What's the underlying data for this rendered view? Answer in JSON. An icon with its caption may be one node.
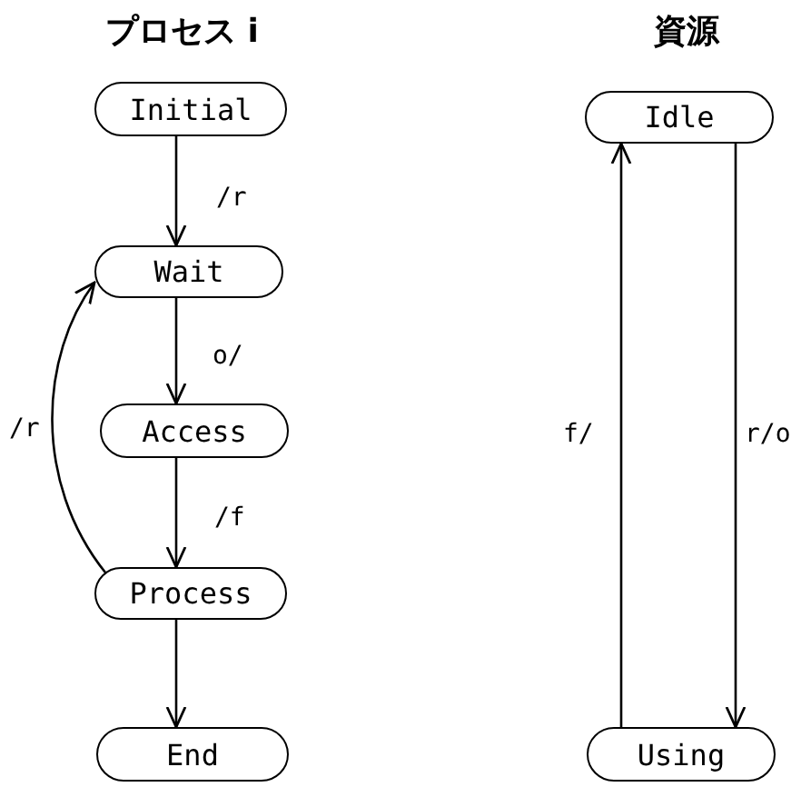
{
  "diagram": {
    "nodes": [
      {
        "text": [
          "Initial"
        ]
      },
      {
        "text": [
          "Wait"
        ]
      },
      {
        "text": [
          "Access"
        ]
      },
      {
        "text": [
          "Process"
        ]
      },
      {
        "text": [
          "End"
        ]
      },
      {
        "text": [
          "Idle"
        ]
      },
      {
        "text": [
          "Using"
        ]
      }
    ],
    "edges": [
      {
        "from": 0,
        "to": 1,
        "arrow": "to",
        "label": "/r"
      },
      {
        "from": 1,
        "to": 2,
        "arrow": "to",
        "label": "o/"
      },
      {
        "from": 2,
        "to": 3,
        "arrow": "to",
        "label": "/f"
      },
      {
        "from": 3,
        "to": 4,
        "arrow": "to"
      },
      {
        "from": 3,
        "to": 1,
        "arrow": "to",
        "label": "/r"
      },
      {
        "from": 6,
        "to": 5,
        "arrow": "to",
        "label": "f/"
      },
      {
        "from": 5,
        "to": 6,
        "arrow": "to",
        "label": "r/o"
      }
    ],
    "labels": [
      "プロセス i",
      "資源"
    ]
  }
}
